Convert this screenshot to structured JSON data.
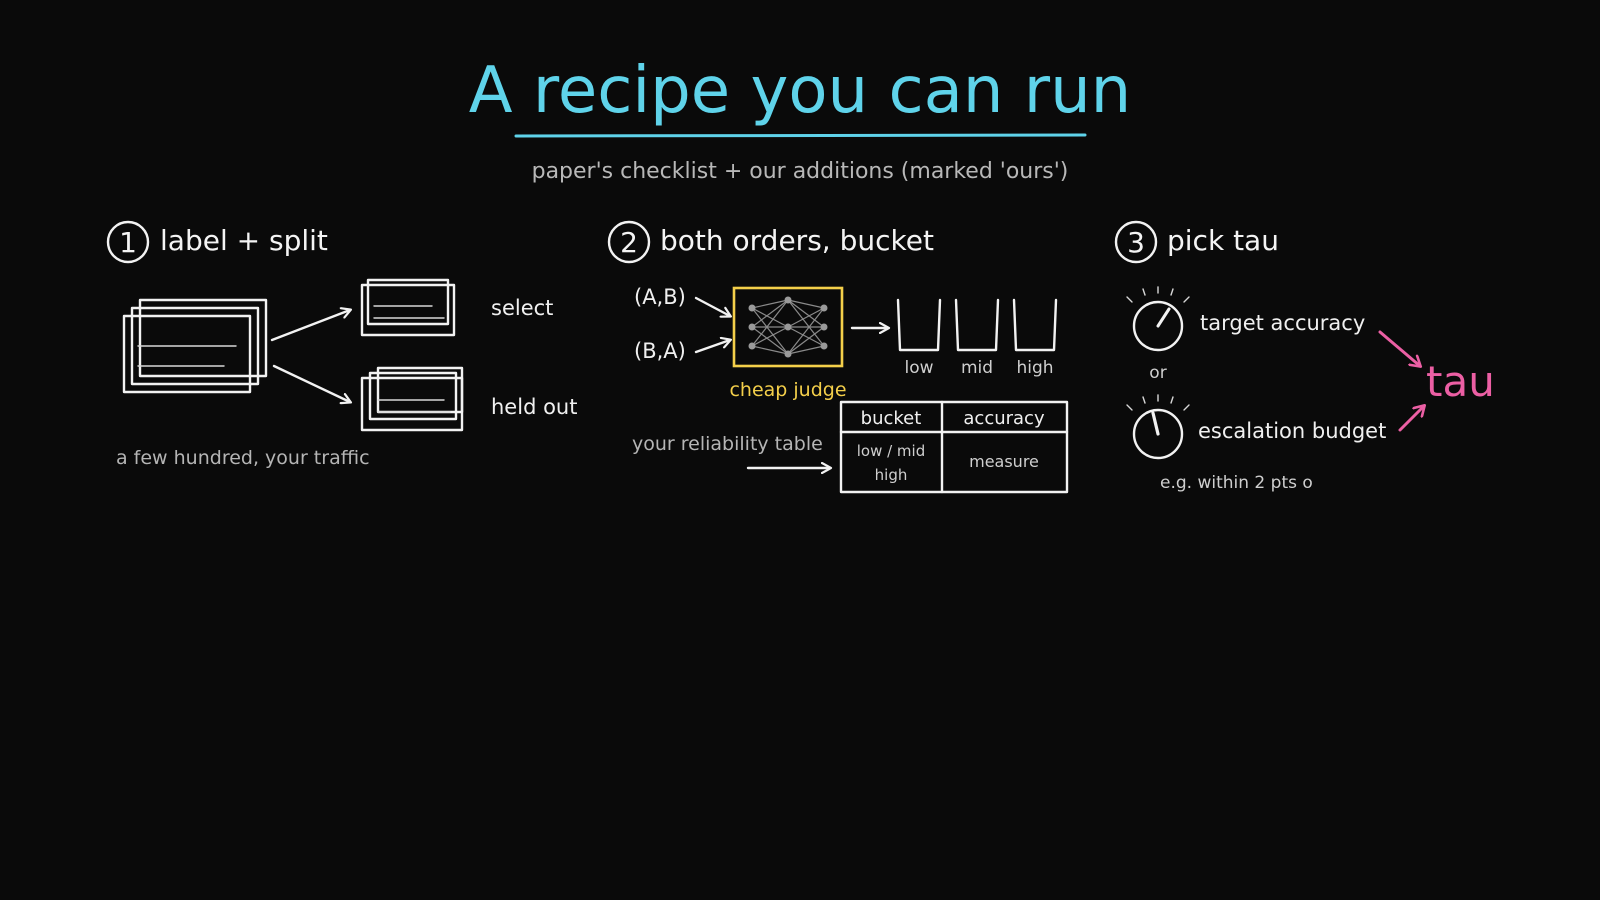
{
  "title": "A recipe you can run",
  "subtitle": "paper's checklist + our additions (marked 'ours')",
  "steps": [
    {
      "number": "1",
      "heading": "label + split",
      "outputs": [
        "select",
        "held out"
      ],
      "caption": "a few hundred, your traffic"
    },
    {
      "number": "2",
      "heading": "both orders, bucket",
      "inputs": [
        "(A,B)",
        "(B,A)"
      ],
      "judge_label": "cheap judge",
      "buckets": [
        "low",
        "mid",
        "high"
      ],
      "table_caption": "your reliability table",
      "table": {
        "headers": [
          "bucket",
          "accuracy"
        ],
        "bucket_cell": [
          "low / mid",
          "high"
        ],
        "accuracy_cell": "measure"
      }
    },
    {
      "number": "3",
      "heading": "pick tau",
      "knobs": [
        "target accuracy",
        "escalation budget"
      ],
      "or_label": "or",
      "result": "tau",
      "note": "e.g. within 2 pts o"
    }
  ],
  "colors": {
    "background": "#0a0a0a",
    "title": "#5fd3ea",
    "judge_box": "#f4cf4a",
    "tau": "#ec5fa4",
    "ink": "#f2f2f2"
  }
}
